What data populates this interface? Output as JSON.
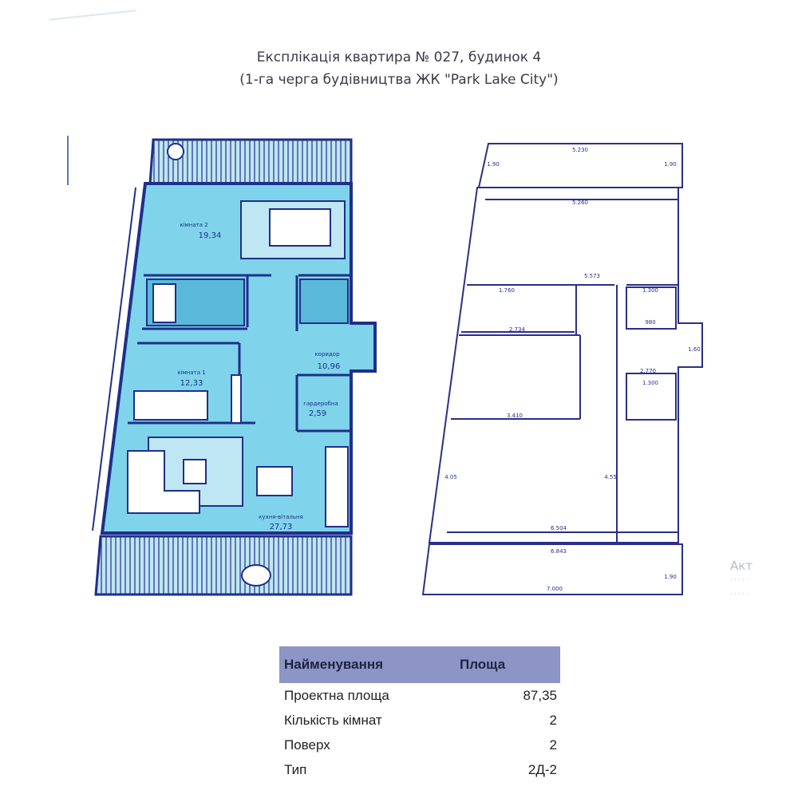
{
  "header": {
    "line1": "Експлікація квартира № 027, будинок 4",
    "line2": "(1-га черга будівництва ЖК \"Park Lake City\")"
  },
  "plan_furnished": {
    "rooms": [
      {
        "name": "кімната 2",
        "area": "19,34"
      },
      {
        "name": "кімната 1",
        "area": "12,33"
      },
      {
        "name": "коридор",
        "area": "10,96"
      },
      {
        "name": "гардеробна",
        "area": "2,59"
      },
      {
        "name": "кухня-вітальня",
        "area": "27,73"
      }
    ],
    "fill_color": "#7fd3ea",
    "line_color": "#1f2f8a"
  },
  "plan_dimensions": {
    "labels": [
      "5.230",
      "5.260",
      "5.573",
      "1.760",
      "1.300",
      "2.734",
      "980",
      "2.770",
      "1.300",
      "3.410",
      "6.504",
      "6.843",
      "7.000",
      "1.90",
      "1.90",
      "4.05",
      "4.55",
      "1.60",
      "1.90"
    ]
  },
  "table": {
    "headers": [
      "Найменування",
      "Площа"
    ],
    "rows": [
      {
        "label": "Проектна площа",
        "value": "87,35"
      },
      {
        "label": "Кількість кімнат",
        "value": "2"
      },
      {
        "label": "Поверх",
        "value": "2"
      },
      {
        "label": "Тип",
        "value": "2Д-2"
      }
    ]
  },
  "watermark": {
    "text": "Акт"
  }
}
